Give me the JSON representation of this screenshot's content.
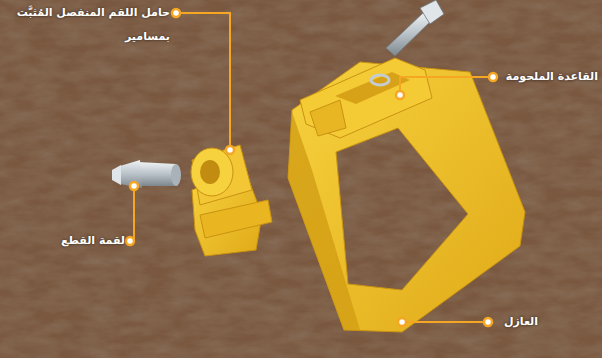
{
  "diagram": {
    "labels": [
      "حامل اللقم المنفصل المُثبَّت بمسامير",
      "القاعدة الملحومة",
      "لقمة القطع",
      "العازل"
    ]
  }
}
